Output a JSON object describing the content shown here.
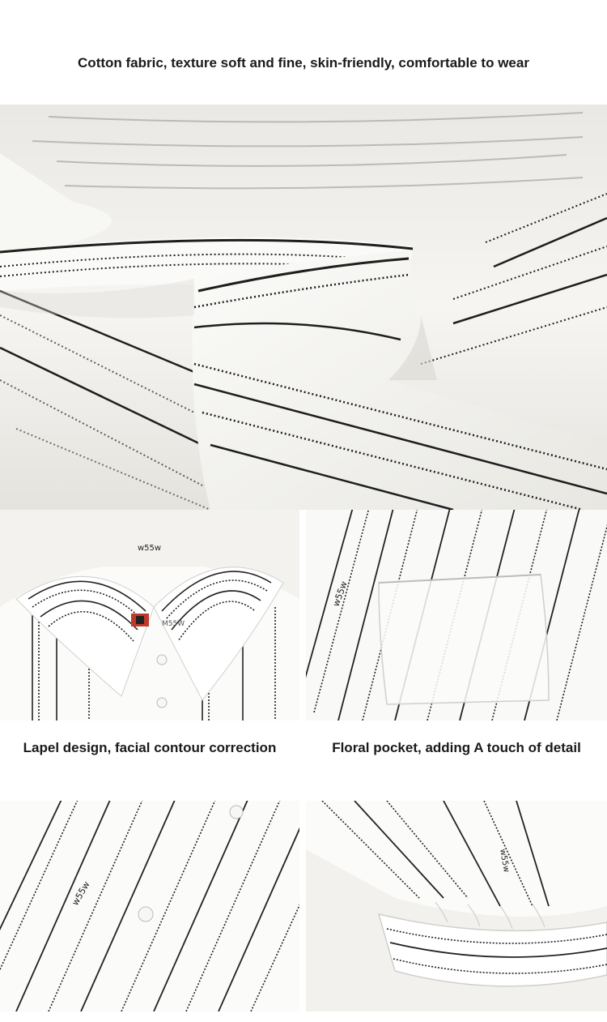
{
  "captions": {
    "top": "Cotton fabric, texture soft and fine, skin-friendly, comfortable to wear",
    "lapel": "Lapel design, facial contour correction",
    "pocket": "Floral pocket, adding A touch of detail"
  },
  "brand_mark": "w55w",
  "colors": {
    "background": "#ffffff",
    "fabric": "#f4f3ef",
    "stripe": "#1e1e1e",
    "caption": "#1a1a1a"
  }
}
